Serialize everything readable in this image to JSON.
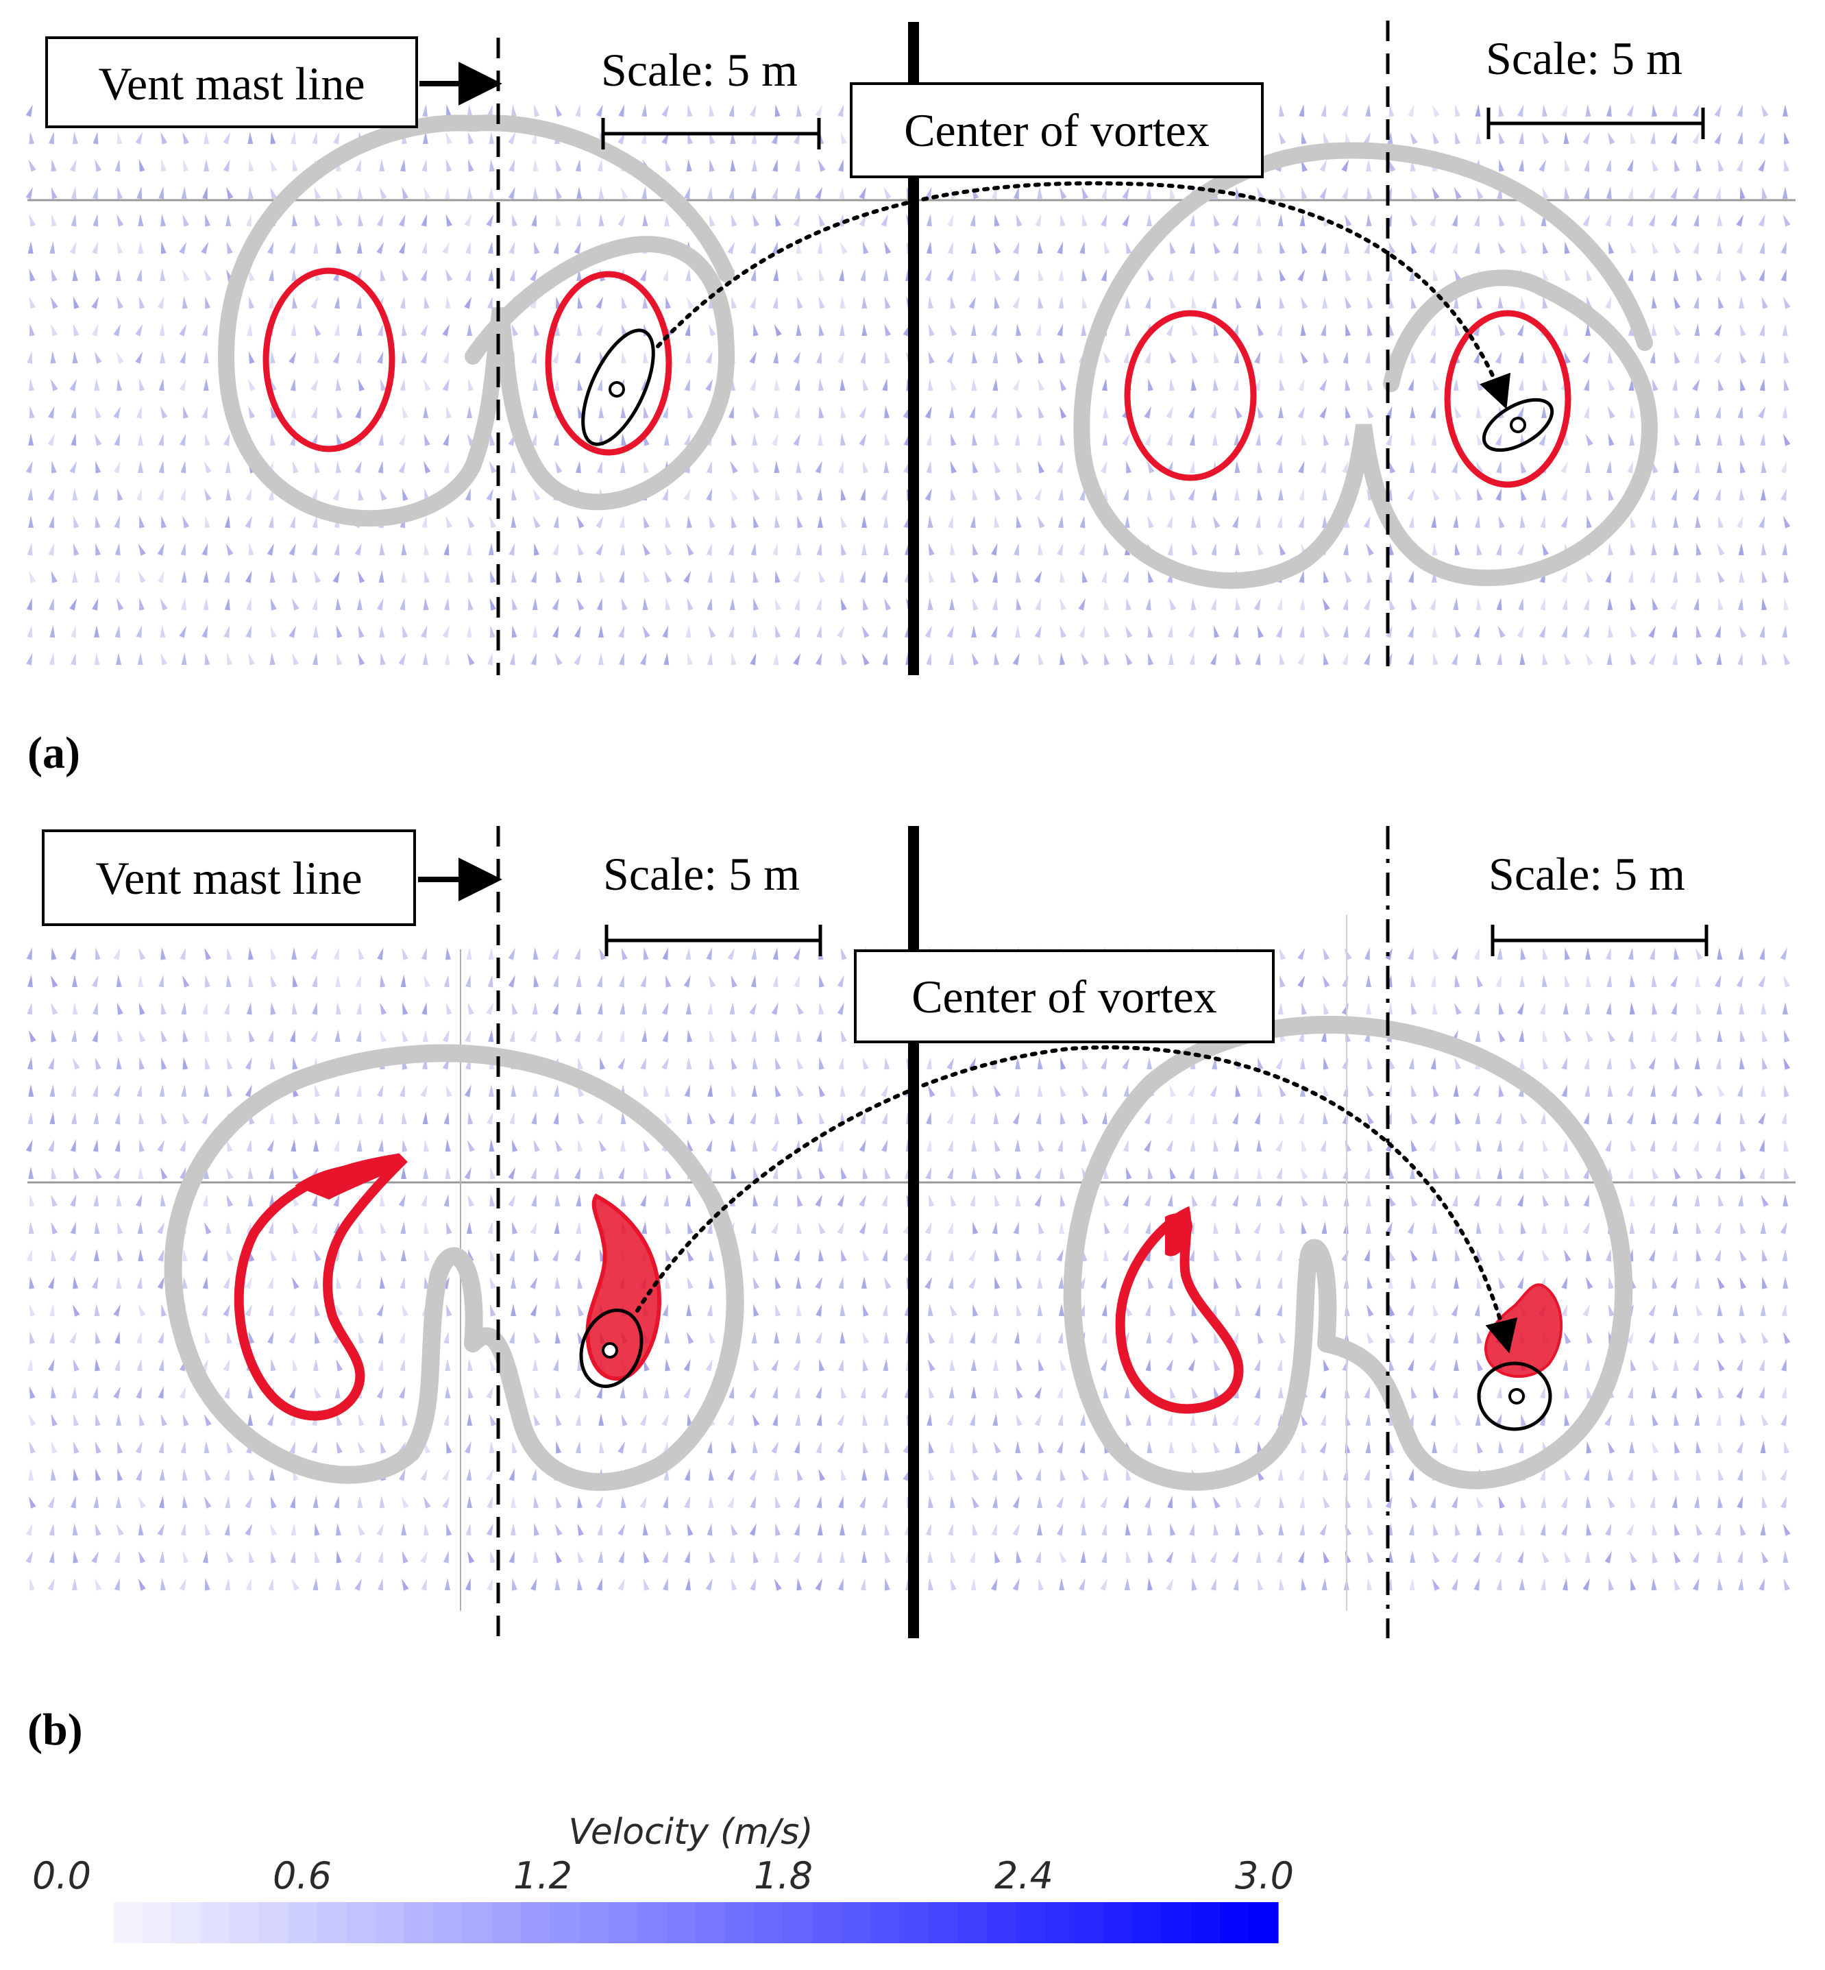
{
  "panels": [
    {
      "id": "a",
      "caption": "(a)",
      "vent_mast_label": "Vent mast line",
      "center_label": "Center of vortex",
      "scale_left": "Scale: 5 m",
      "scale_right": "Scale: 5 m",
      "vortex_shape": "ellipse"
    },
    {
      "id": "b",
      "caption": "(b)",
      "vent_mast_label": "Vent mast line",
      "center_label": "Center of vortex",
      "scale_left": "Scale: 5 m",
      "scale_right": "Scale: 5 m",
      "vortex_shape": "teardrop"
    }
  ],
  "colorbar": {
    "title": "Velocity (m/s)",
    "ticks": [
      "0.0",
      "0.6",
      "1.2",
      "1.8",
      "2.4",
      "3.0"
    ],
    "range": [
      0.0,
      3.0
    ],
    "color_low": "#f4f4ff",
    "color_high": "#0000ff"
  },
  "colors": {
    "vortex_core": "#e8142b",
    "streamline": "#c8c8c8",
    "arrows": "#8c8ce0",
    "outline": "#000000"
  }
}
